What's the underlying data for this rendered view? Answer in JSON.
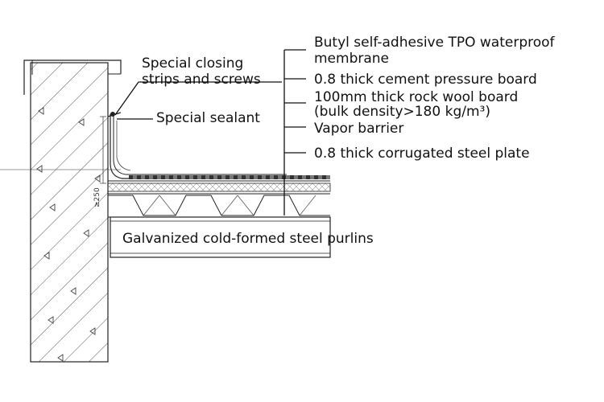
{
  "labels": {
    "closing_strips_line1": "Special closing",
    "closing_strips_line2": "strips and screws",
    "sealant": "Special sealant",
    "membrane_line1": "Butyl self-adhesive TPO waterproof",
    "membrane_line2": "membrane",
    "cement_board": "0.8 thick cement pressure board",
    "rock_wool_line1": "100mm thick rock wool board",
    "rock_wool_line2": "(bulk density>180 kg/m³)",
    "vapor_barrier": "Vapor barrier",
    "steel_plate": "0.8 thick corrugated steel plate",
    "purlins": "Galvanized cold-formed steel purlins"
  },
  "dimension": {
    "upstand_height": "≥250"
  },
  "colors": {
    "line": "#222222",
    "hatch": "#555555",
    "membrane_fill": "#333333",
    "background": "#ffffff"
  }
}
